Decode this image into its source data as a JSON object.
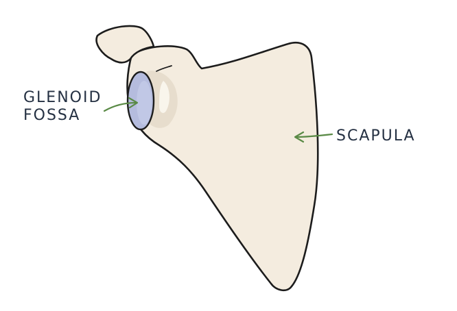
{
  "labels": {
    "glenoid_line1": "GLENOID",
    "glenoid_line2": "FOSSA",
    "scapula": "SCAPULA"
  },
  "colors": {
    "bone_fill": "#f4ecdf",
    "bone_shadow": "#e6dccb",
    "bone_highlight": "#fbf7f0",
    "outline": "#1c1c1c",
    "glenoid_fill": "#b5bcde",
    "glenoid_inner": "#c6cce8",
    "arrow": "#5a8a46",
    "text": "#243042"
  }
}
